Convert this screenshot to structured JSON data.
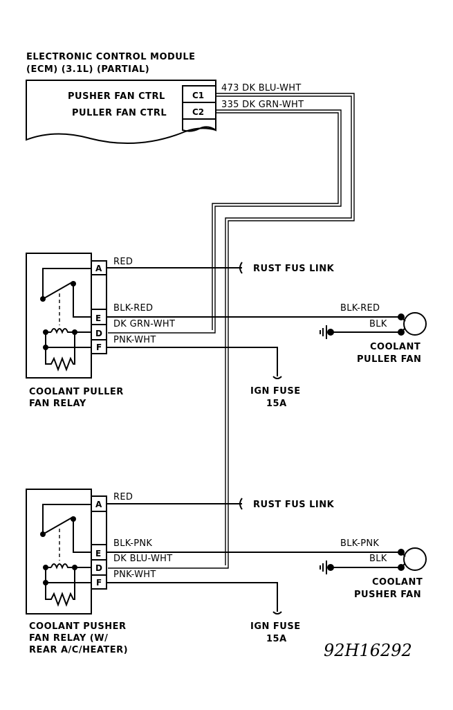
{
  "ecm": {
    "title_line1": "ELECTRONIC CONTROL MODULE",
    "title_line2": "(ECM) (3.1L) (PARTIAL)",
    "pusher_label": "PUSHER FAN CTRL",
    "puller_label": "PULLER FAN CTRL",
    "pin_c1": "C1",
    "pin_c2": "C2"
  },
  "wires": {
    "w473": "473 DK BLU-WHT",
    "w335": "335 DK GRN-WHT"
  },
  "puller_relay": {
    "pin_a": "A",
    "pin_e": "E",
    "pin_d": "D",
    "pin_f": "F",
    "wire_a": "RED",
    "wire_e": "BLK-RED",
    "wire_d": "DK GRN-WHT",
    "wire_f": "PNK-WHT",
    "name_line1": "COOLANT PULLER",
    "name_line2": "FAN RELAY",
    "fuse_link": "RUST FUS LINK",
    "ign_line1": "IGN FUSE",
    "ign_line2": "15A"
  },
  "puller_fan": {
    "wire_top": "BLK-RED",
    "wire_bottom": "BLK",
    "name_line1": "COOLANT",
    "name_line2": "PULLER FAN"
  },
  "pusher_relay": {
    "pin_a": "A",
    "pin_e": "E",
    "pin_d": "D",
    "pin_f": "F",
    "wire_a": "RED",
    "wire_e": "BLK-PNK",
    "wire_d": "DK BLU-WHT",
    "wire_f": "PNK-WHT",
    "name_line1": "COOLANT PUSHER",
    "name_line2": "FAN RELAY (W/",
    "name_line3": "REAR A/C/HEATER)",
    "fuse_link": "RUST FUS LINK",
    "ign_line1": "IGN FUSE",
    "ign_line2": "15A"
  },
  "pusher_fan": {
    "wire_top": "BLK-PNK",
    "wire_bottom": "BLK",
    "name_line1": "COOLANT",
    "name_line2": "PUSHER FAN"
  },
  "figure_code": "92H16292"
}
